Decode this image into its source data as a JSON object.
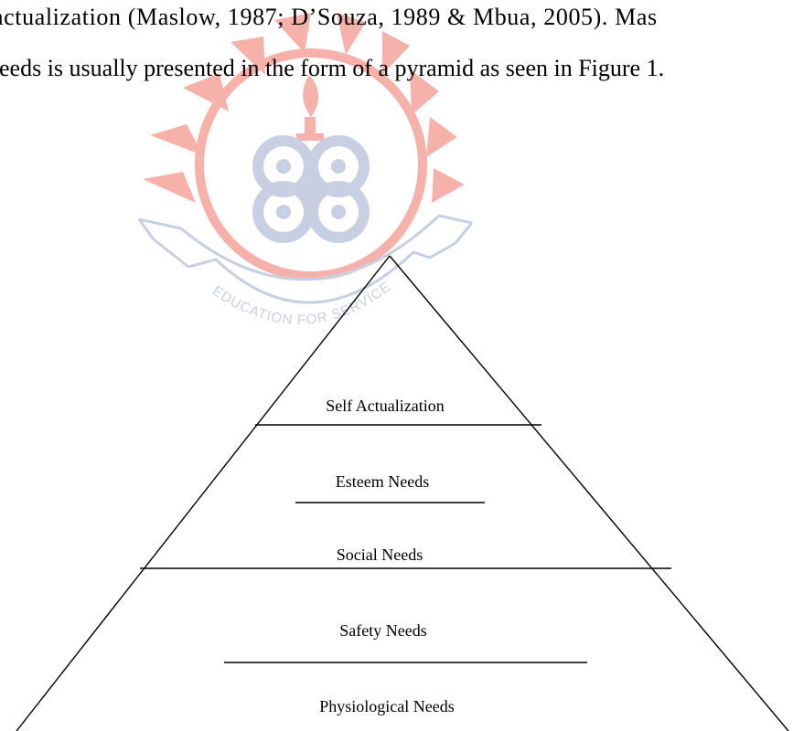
{
  "text": {
    "line1": "actualization (Maslow, 1987; D’Souza, 1989 & Mbua, 2005). Mas",
    "line2": "eeds is usually presented in the form of a pyramid as seen in Figure 1."
  },
  "watermark": {
    "motto": "EDUCATION FOR SERVICE",
    "colors": {
      "red": "#f6b1aa",
      "blue": "#c9cfe2"
    }
  },
  "pyramid": {
    "levels": [
      "Self Actualization",
      "Esteem Needs",
      "Social Needs",
      "Safety Needs",
      "Physiological Needs"
    ]
  }
}
